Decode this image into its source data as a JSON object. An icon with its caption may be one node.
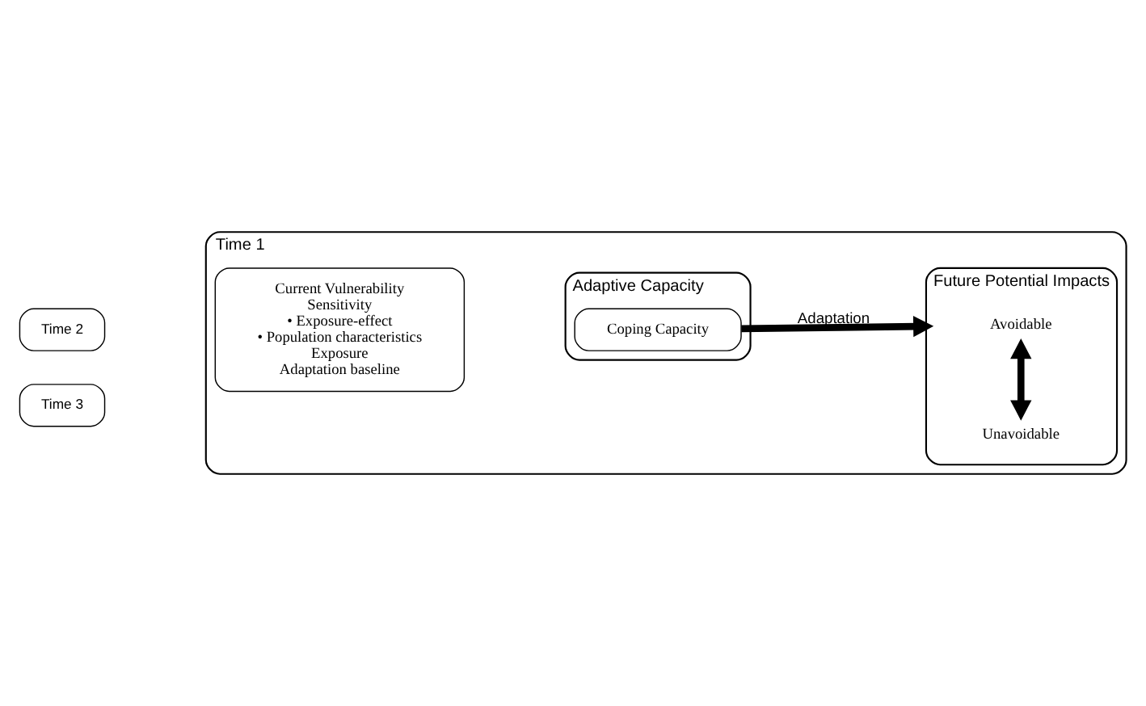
{
  "diagram": {
    "nodes": [
      {
        "text": [
          "Time 3"
        ]
      },
      {
        "text": [
          "Time 2"
        ]
      },
      {
        "text": [
          "Time 1"
        ]
      },
      {
        "text": [
          "Current Vulnerability",
          "Sensitivity",
          "• Exposure-effect",
          "• Population characteristics",
          "Exposure",
          "Adaptation baseline"
        ],
        "in": 2
      },
      {
        "text": [
          "Adaptive Capacity"
        ],
        "in": 2
      },
      {
        "text": [
          "Coping Capacity"
        ],
        "in": 4
      },
      {
        "text": [
          "Future Potential Impacts"
        ],
        "in": 2
      },
      {
        "text": [
          "Avoidable"
        ],
        "in": 6
      },
      {
        "text": [
          "Unavoidable"
        ],
        "in": 6
      }
    ],
    "edges": [
      {
        "from": 5,
        "to": 6,
        "arrow": "to",
        "label": "Adaptation"
      },
      {
        "from": 7,
        "to": 8,
        "arrow": "both"
      }
    ]
  }
}
